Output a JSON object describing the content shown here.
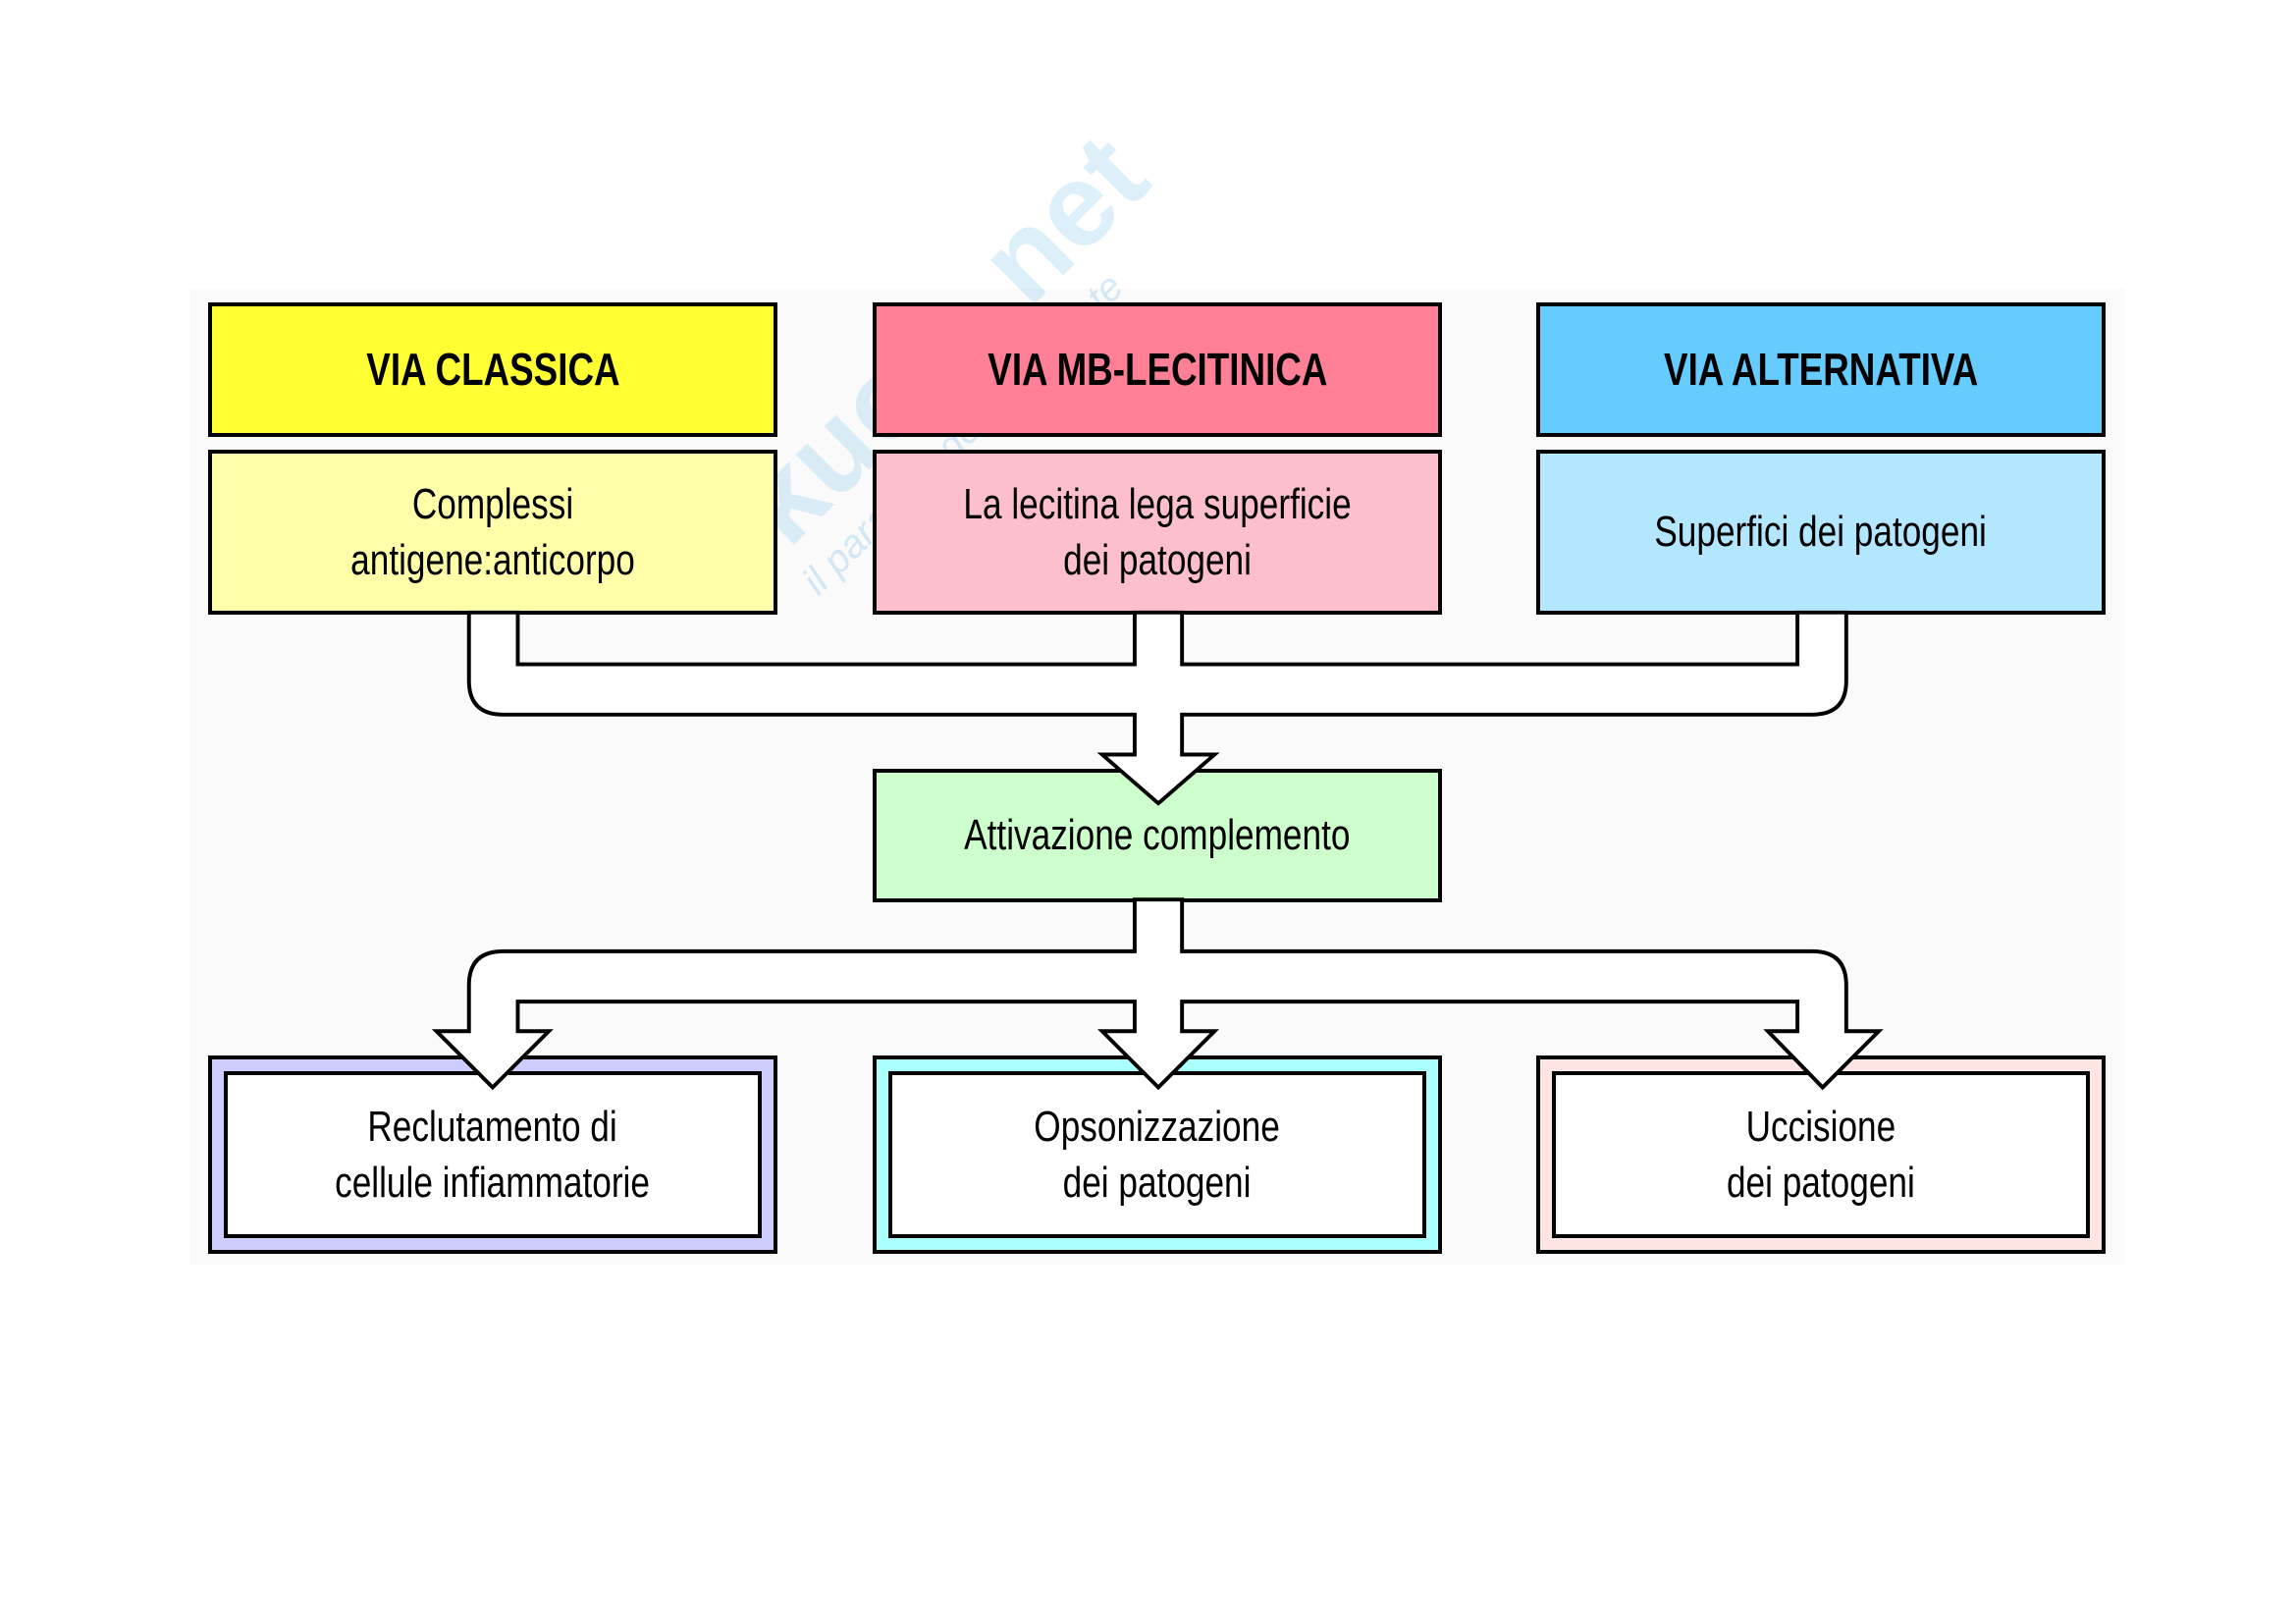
{
  "watermark": {
    "brand": "skuola.net",
    "tagline": "il paradiso dello studente"
  },
  "pathways": [
    {
      "title": "VIA CLASSICA",
      "trigger": "Complessi antigene:anticorpo",
      "header_color": "#ffff33",
      "body_color": "#ffffaa"
    },
    {
      "title": "VIA MB-LECITINICA",
      "trigger": "La lecitina lega superficie\ndei patogeni",
      "header_color": "#ff7f96",
      "body_color": "#fcbfcb"
    },
    {
      "title": "VIA  ALTERNATIVA",
      "trigger": "Superfici dei patogeni",
      "header_color": "#66ccff",
      "body_color": "#b3e6ff"
    }
  ],
  "central": {
    "label": "Attivazione complemento",
    "color": "#ccffcc"
  },
  "outcomes": [
    {
      "label": "Reclutamento di\ncellule infiammatorie",
      "frame_color": "#ccccff"
    },
    {
      "label": "Opsonizzazione\ndei patogeni",
      "frame_color": "#aaffff"
    },
    {
      "label": "Uccisione\ndei patogeni",
      "frame_color": "#ffe4e4"
    }
  ]
}
